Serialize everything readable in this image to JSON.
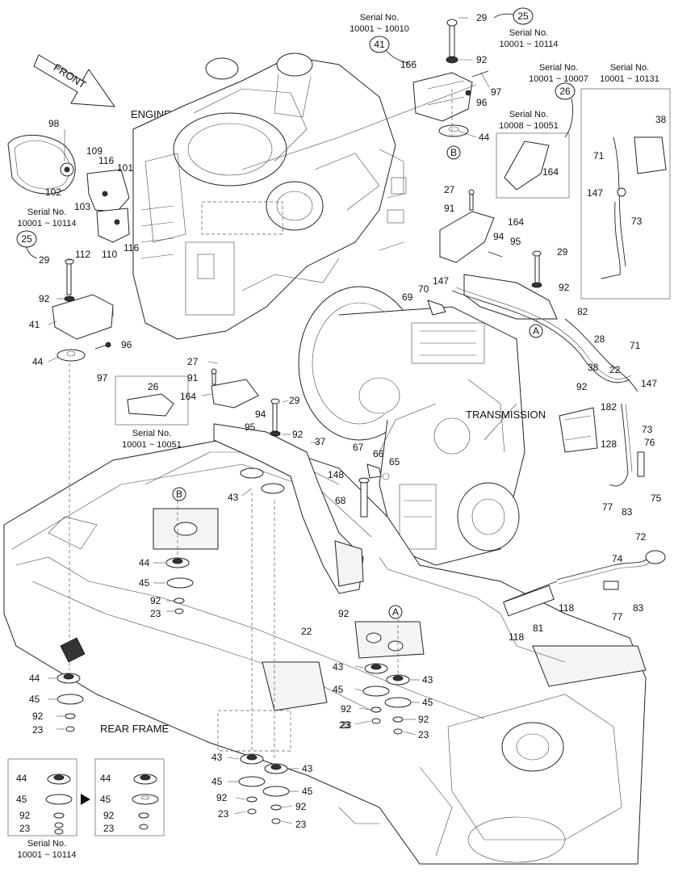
{
  "header": {
    "front_label": "FRONT",
    "engine_label": "ENGINE",
    "transmission_label": "TRANSMISSION",
    "rear_frame_label": "REAR FRAME"
  },
  "serial_notes": {
    "n1_title": "Serial No.",
    "n1_range": "10001 ~ 10010",
    "n1_ref": "41",
    "n2_title": "Serial No.",
    "n2_range": "10001 ~ 10114",
    "n2_ref": "25",
    "n3_title": "Serial No.",
    "n3_range": "10001 ~ 10007",
    "n3_ref": "26",
    "n4_title": "Serial No.",
    "n4_range": "10001 ~ 10131",
    "n5_title": "Serial No.",
    "n5_range": "10008 ~ 10051",
    "n6_title": "Serial No.",
    "n6_range": "10001 ~ 10114",
    "n6_ref": "25",
    "n7_title": "Serial No.",
    "n7_range": "10001 ~ 10051",
    "n8_title": "Serial No.",
    "n8_range": "10001 ~ 10114"
  },
  "view_markers": {
    "a1": "A",
    "a2": "A",
    "b1": "B",
    "b2": "B"
  },
  "callouts": {
    "c29a": "29",
    "c92a": "92",
    "c97a": "97",
    "c96a": "96",
    "c166": "166",
    "c44a": "44",
    "c98": "98",
    "c109": "109",
    "c116a": "116",
    "c101": "101",
    "c102": "102",
    "c103": "103",
    "c110": "110",
    "c116b": "116",
    "c112": "112",
    "c29b": "29",
    "c92b": "92",
    "c41": "41",
    "c96b": "96",
    "c97b": "97",
    "c44b": "44",
    "c27a": "27",
    "c91a": "91",
    "c164a": "164",
    "c94a": "94",
    "c95a": "95",
    "c29c": "29",
    "c92c": "92",
    "c164b": "164",
    "c38a": "38",
    "c71a": "71",
    "c147a": "147",
    "c73a": "73",
    "c82": "82",
    "c28": "28",
    "c71b": "71",
    "c38b": "38",
    "c22a": "22",
    "c147b": "147",
    "c92d": "92",
    "c182": "182",
    "c73b": "73",
    "c128": "128",
    "c76": "76",
    "c75": "75",
    "c77a": "77",
    "c83a": "83",
    "c70": "70",
    "c147c": "147",
    "c69": "69",
    "c26": "26",
    "c27b": "27",
    "c91b": "91",
    "c164c": "164",
    "c94b": "94",
    "c95b": "95",
    "c29d": "29",
    "c92e": "92",
    "c37": "37",
    "c67": "67",
    "c66": "66",
    "c65": "65",
    "c148": "148",
    "c68": "68",
    "c43a": "43",
    "c44c": "44",
    "c45a": "45",
    "c92f": "92",
    "c23a": "23",
    "c22b": "22",
    "c92g": "92",
    "c72": "72",
    "c74": "74",
    "c118a": "118",
    "c81": "81",
    "c118b": "118",
    "c83b": "83",
    "c77b": "77",
    "c43b": "43",
    "c43c": "43",
    "c45b": "45",
    "c45c": "45",
    "c92h": "92",
    "c92i": "92",
    "c23b": "23",
    "c23c": "23",
    "c23d": "23",
    "c44d": "44",
    "c45d": "45",
    "c92j": "92",
    "c23e": "23",
    "c43d": "43",
    "c43e": "43",
    "c45e": "45",
    "c45f": "45",
    "c92k": "92",
    "c92l": "92",
    "c23f": "23",
    "c23g": "23",
    "c44e": "44",
    "c45g": "45",
    "c92m": "92",
    "c23h": "23",
    "c44f": "44",
    "c45h": "45",
    "c92n": "92",
    "c23i": "23"
  }
}
